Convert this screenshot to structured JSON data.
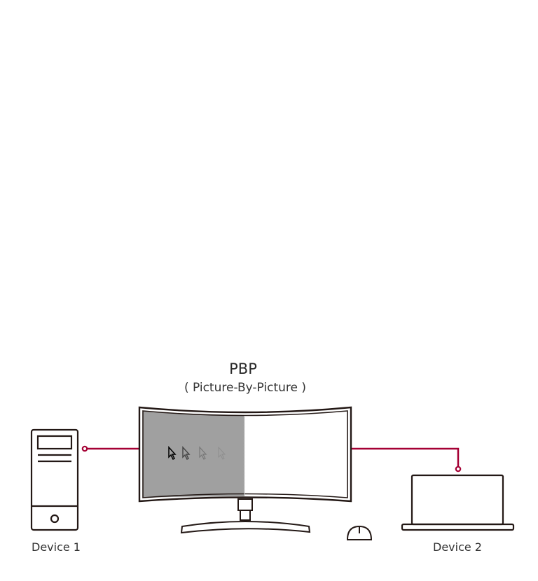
{
  "title": "PBP",
  "subtitle": "( Picture-By-Picture )",
  "devices": [
    {
      "label": "Device 1",
      "icon": "desktop-tower-icon"
    },
    {
      "label": "Device 2",
      "icon": "laptop-icon"
    }
  ],
  "monitor": {
    "icon": "curved-monitor-icon",
    "left_screen": "gray",
    "right_screen": "white"
  },
  "mouse": {
    "icon": "mouse-icon"
  },
  "colors": {
    "cable": "#a50034",
    "outline": "#231815",
    "left_screen": "#a0a0a0"
  }
}
